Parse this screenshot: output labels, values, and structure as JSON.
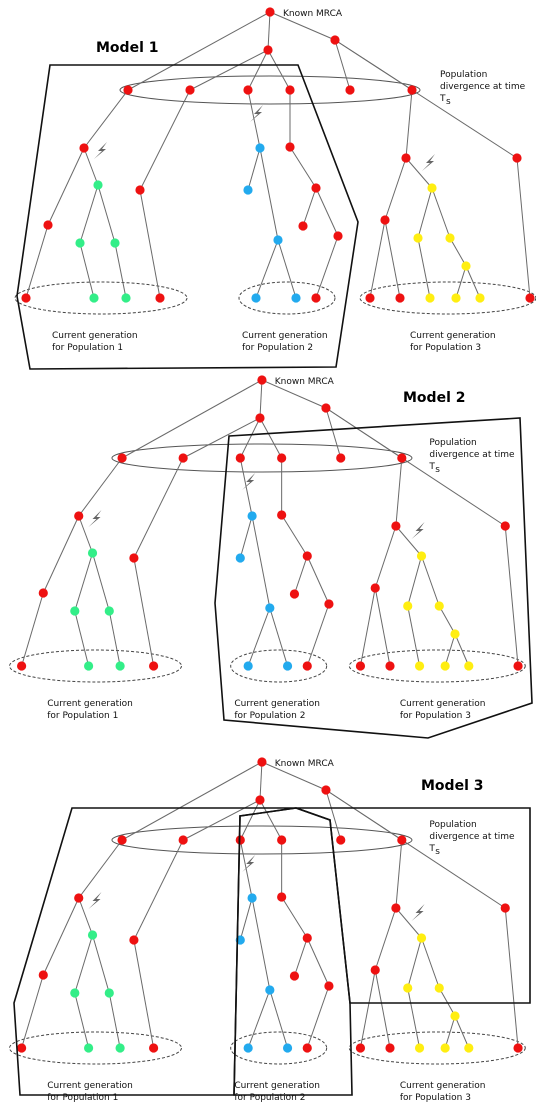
{
  "panels": [
    {
      "model_title": "Model 1",
      "mrca_label": "Known MRCA",
      "divergence_label": [
        "Population",
        "divergence at time",
        "T",
        "s"
      ],
      "current_labels": [
        [
          "Current generation",
          "for Population 1"
        ],
        [
          "Current generation",
          "for Population 2"
        ],
        [
          "Current generation",
          "for Population 3"
        ]
      ]
    },
    {
      "model_title": "Model 2",
      "mrca_label": "Known MRCA",
      "divergence_label": [
        "Population",
        "divergence at time",
        "T",
        "s"
      ],
      "current_labels": [
        [
          "Current generation",
          "for Population 1"
        ],
        [
          "Current generation",
          "for Population 2"
        ],
        [
          "Current generation",
          "for Population 3"
        ]
      ]
    },
    {
      "model_title": "Model 3",
      "mrca_label": "Known MRCA",
      "divergence_label": [
        "Population",
        "divergence at time",
        "T",
        "s"
      ],
      "current_labels": [
        [
          "Current generation",
          "for Population 1"
        ],
        [
          "Current generation",
          "for Population 2"
        ],
        [
          "Current generation",
          "for Population 3"
        ]
      ]
    }
  ],
  "colors": {
    "ancestral": "#ee1111",
    "population_1": "#33ee88",
    "population_2": "#22aaee",
    "population_3": "#ffee11"
  }
}
